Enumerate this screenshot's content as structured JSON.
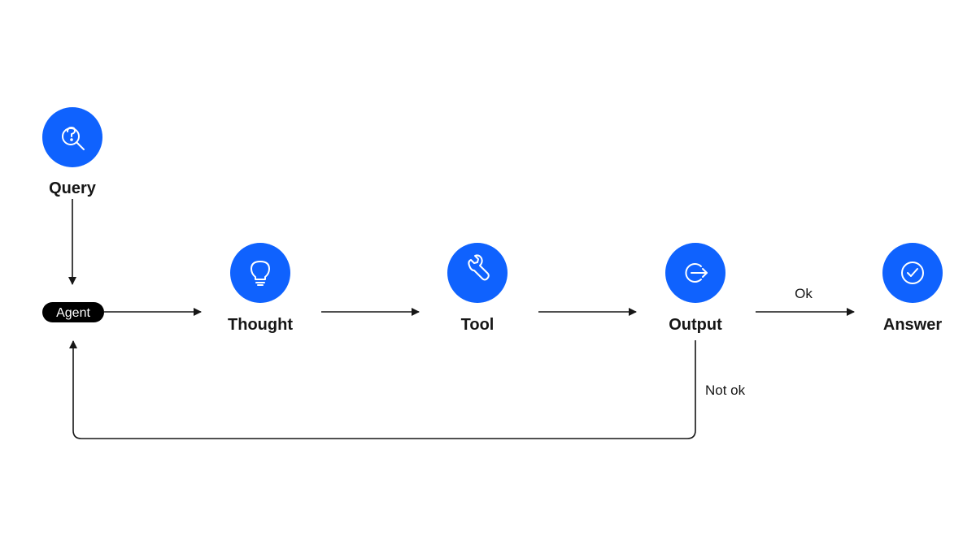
{
  "colors": {
    "node_fill": "#0f62fe",
    "icon": "#ffffff",
    "text": "#161616",
    "agent_pill": "#000000",
    "background": "#ffffff"
  },
  "nodes": {
    "query": {
      "label": "Query",
      "icon": "question-search-icon"
    },
    "agent": {
      "label": "Agent"
    },
    "thought": {
      "label": "Thought",
      "icon": "lightbulb-icon"
    },
    "tool": {
      "label": "Tool",
      "icon": "wrench-icon"
    },
    "output": {
      "label": "Output",
      "icon": "export-arrow-icon"
    },
    "answer": {
      "label": "Answer",
      "icon": "checkmark-circle-icon"
    }
  },
  "edges": {
    "ok_label": "Ok",
    "not_ok_label": "Not ok"
  }
}
